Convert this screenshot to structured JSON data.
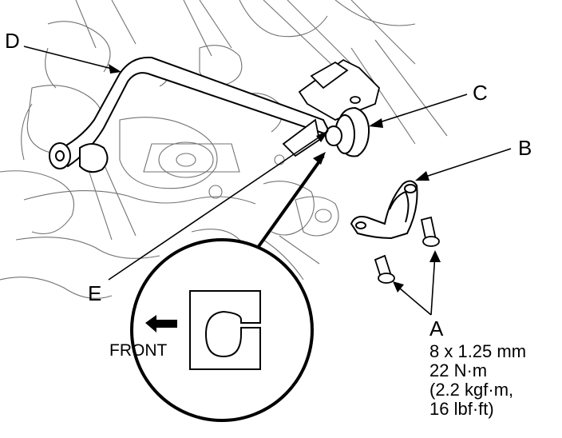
{
  "labels": {
    "a": "A",
    "b": "B",
    "c": "C",
    "d": "D",
    "e": "E"
  },
  "spec": {
    "size": "8 x 1.25 mm",
    "torque_nm": "22 N·m",
    "torque_kgf": "(2.2 kgf·m,",
    "torque_lbf": "16 lbf·ft)"
  },
  "inset": {
    "direction_label": "FRONT"
  },
  "colors": {
    "ink": "#000000",
    "background": "#ffffff"
  }
}
